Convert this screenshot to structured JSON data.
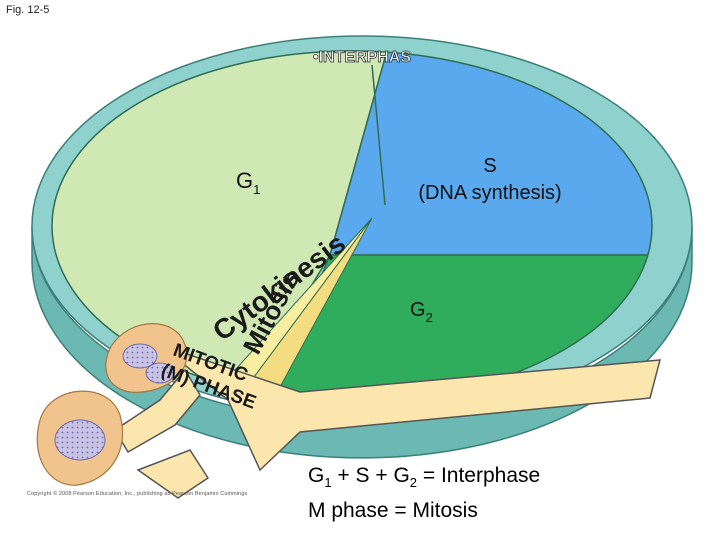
{
  "figure_label": "Fig. 12-5",
  "interphase_label": "•INTERPHAS",
  "phases": {
    "g1": {
      "main": "G",
      "sub": "1"
    },
    "s": {
      "line1": "S",
      "line2": "(DNA synthesis)"
    },
    "g2": {
      "main": "G",
      "sub": "2"
    },
    "cytokinesis": "Cytokinesis",
    "mitosis": "Mitosis",
    "mitotic_line1": "MITOTIC",
    "mitotic_line2": "(M) PHASE"
  },
  "equations": {
    "line1_a": "G",
    "line1_a_sub": "1",
    "line1_b": " + S + G",
    "line1_b_sub": "2",
    "line1_c": " = Interphase",
    "line2": "M phase = Mitosis"
  },
  "copyright": "Copyright © 2008 Pearson Education, Inc., publishing as Pearson Benjamin Cummings",
  "colors": {
    "g1": "#cfe8b4",
    "s": "#5aa8ee",
    "g2": "#30ad5c",
    "cytokinesis": "#f7eea2",
    "mitosis": "#f3dd80",
    "ring_top": "#8fd1cc",
    "ring_side": "#6cb8b2",
    "arrow": "#fbe7ad",
    "cell": "#f1c48e",
    "nucleus": "#c9c3e6"
  }
}
